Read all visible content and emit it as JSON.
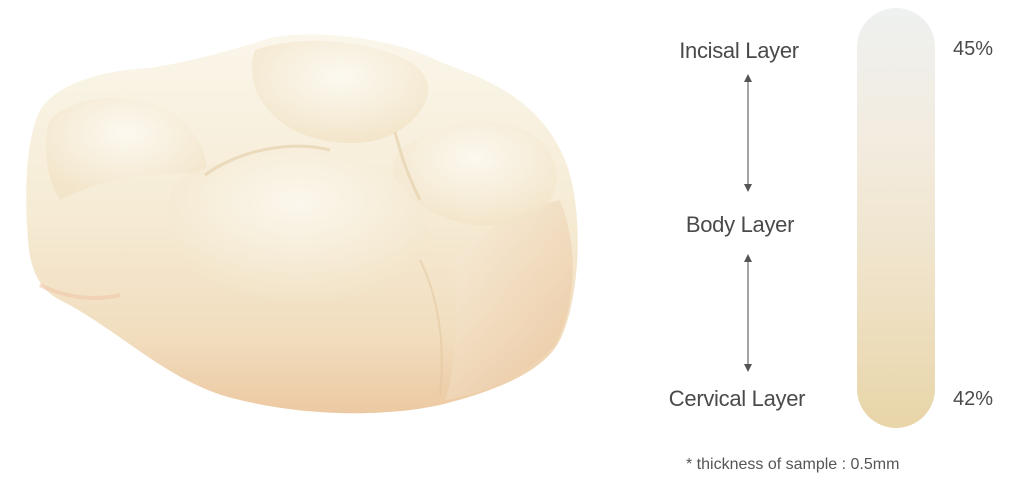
{
  "layers": {
    "incisal": "Incisal Layer",
    "body": "Body Layer",
    "cervical": "Cervical Layer"
  },
  "translucency": {
    "top": "45%",
    "bottom": "42%"
  },
  "footnote": "* thickness of sample : 0.5mm",
  "colors": {
    "bar_top": "#eef1f0",
    "bar_bottom": "#e8d5a8",
    "tooth_light": "#f7efdc",
    "tooth_dark": "#ecc9a2",
    "text": "#4a4a4a"
  }
}
